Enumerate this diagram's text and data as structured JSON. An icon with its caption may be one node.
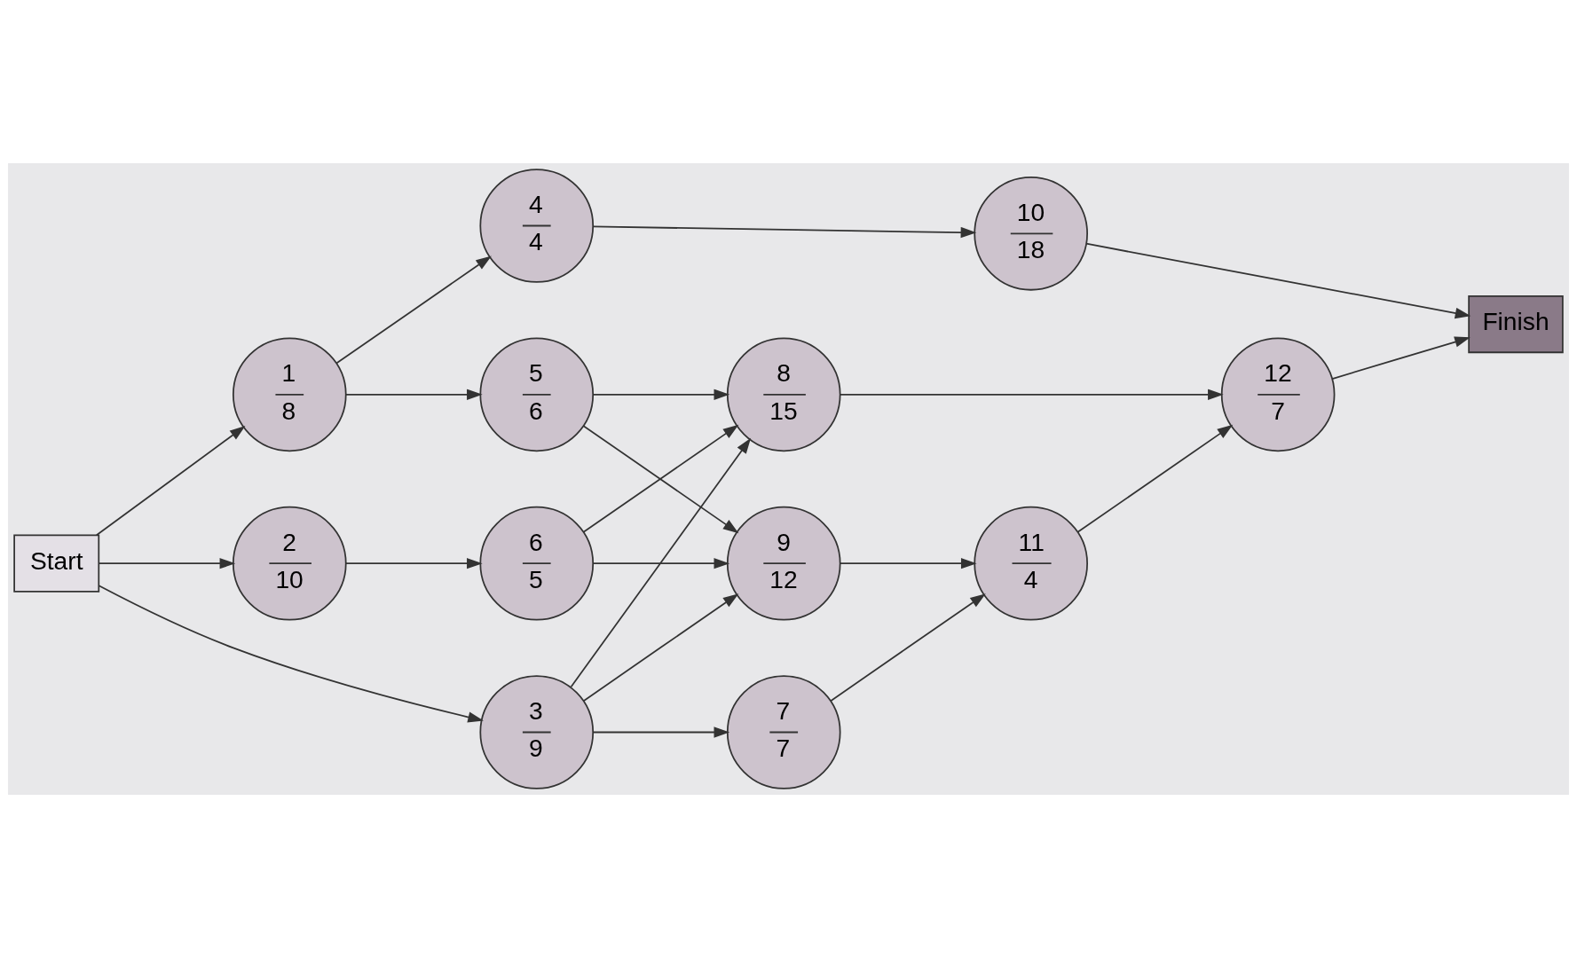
{
  "diagram": {
    "nodes": [
      {
        "text": [
          "Start"
        ]
      },
      {
        "text": [
          "1",
          "8"
        ]
      },
      {
        "text": [
          "2",
          "10"
        ]
      },
      {
        "text": [
          "3",
          "9"
        ]
      },
      {
        "text": [
          "4",
          "4"
        ]
      },
      {
        "text": [
          "5",
          "6"
        ]
      },
      {
        "text": [
          "6",
          "5"
        ]
      },
      {
        "text": [
          "7",
          "7"
        ]
      },
      {
        "text": [
          "8",
          "15"
        ]
      },
      {
        "text": [
          "9",
          "12"
        ]
      },
      {
        "text": [
          "10",
          "18"
        ]
      },
      {
        "text": [
          "11",
          "4"
        ]
      },
      {
        "text": [
          "12",
          "7"
        ]
      },
      {
        "text": [
          "Finish"
        ]
      }
    ],
    "edges": [
      {
        "from": 0,
        "to": 1,
        "arrow": "to"
      },
      {
        "from": 0,
        "to": 2,
        "arrow": "to"
      },
      {
        "from": 0,
        "to": 3,
        "arrow": "to"
      },
      {
        "from": 1,
        "to": 4,
        "arrow": "to"
      },
      {
        "from": 1,
        "to": 5,
        "arrow": "to"
      },
      {
        "from": 2,
        "to": 6,
        "arrow": "to"
      },
      {
        "from": 3,
        "to": 8,
        "arrow": "to"
      },
      {
        "from": 3,
        "to": 9,
        "arrow": "to"
      },
      {
        "from": 3,
        "to": 7,
        "arrow": "to"
      },
      {
        "from": 4,
        "to": 10,
        "arrow": "to"
      },
      {
        "from": 5,
        "to": 8,
        "arrow": "to"
      },
      {
        "from": 5,
        "to": 9,
        "arrow": "to"
      },
      {
        "from": 6,
        "to": 8,
        "arrow": "to"
      },
      {
        "from": 6,
        "to": 9,
        "arrow": "to"
      },
      {
        "from": 7,
        "to": 11,
        "arrow": "to"
      },
      {
        "from": 9,
        "to": 11,
        "arrow": "to"
      },
      {
        "from": 8,
        "to": 12,
        "arrow": "to"
      },
      {
        "from": 11,
        "to": 12,
        "arrow": "to"
      },
      {
        "from": 10,
        "to": 13,
        "arrow": "to"
      },
      {
        "from": 12,
        "to": 13,
        "arrow": "to"
      }
    ]
  }
}
